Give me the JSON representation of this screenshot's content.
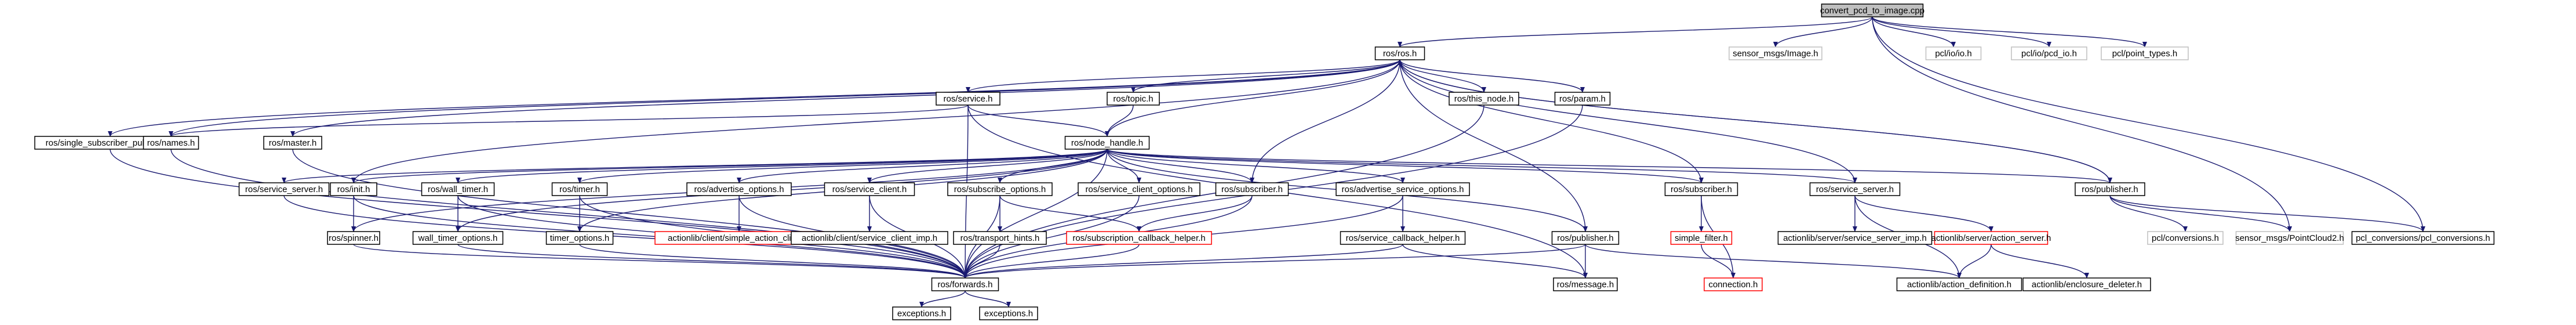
{
  "diagram": {
    "nodes": [
      {
        "id": "root",
        "label": "convert_pcd_to_image.cpp",
        "style": "root"
      },
      {
        "id": "ros_h",
        "label": "ros/ros.h",
        "style": "normal"
      },
      {
        "id": "sensor_image",
        "label": "sensor_msgs/Image.h",
        "style": "gray"
      },
      {
        "id": "pcl_io",
        "label": "pcl/io/io.h",
        "style": "gray"
      },
      {
        "id": "pcl_pcd_io",
        "label": "pcl/io/pcd_io.h",
        "style": "gray"
      },
      {
        "id": "pcl_point_types",
        "label": "pcl/point_types.h",
        "style": "gray"
      },
      {
        "id": "single_sub_pub",
        "label": "ros/single_subscriber_publisher.h",
        "style": "normal"
      },
      {
        "id": "names",
        "label": "ros/names.h",
        "style": "normal"
      },
      {
        "id": "master",
        "label": "ros/master.h",
        "style": "normal"
      },
      {
        "id": "service",
        "label": "ros/service.h",
        "style": "normal"
      },
      {
        "id": "topic",
        "label": "ros/topic.h",
        "style": "normal"
      },
      {
        "id": "this_node",
        "label": "ros/this_node.h",
        "style": "normal"
      },
      {
        "id": "param",
        "label": "ros/param.h",
        "style": "normal"
      },
      {
        "id": "node_handle",
        "label": "ros/node_handle.h",
        "style": "normal"
      },
      {
        "id": "service_server",
        "label": "ros/service_server.h",
        "style": "normal"
      },
      {
        "id": "init",
        "label": "ros/init.h",
        "style": "normal"
      },
      {
        "id": "wall_timer",
        "label": "ros/wall_timer.h",
        "style": "normal"
      },
      {
        "id": "timer",
        "label": "ros/timer.h",
        "style": "normal"
      },
      {
        "id": "advertise_options",
        "label": "ros/advertise_options.h",
        "style": "normal"
      },
      {
        "id": "service_client",
        "label": "ros/service_client.h",
        "style": "normal"
      },
      {
        "id": "subscribe_options",
        "label": "ros/subscribe_options.h",
        "style": "normal"
      },
      {
        "id": "service_client_options",
        "label": "ros/service_client_options.h",
        "style": "normal"
      },
      {
        "id": "subscriber",
        "label": "ros/subscriber.h",
        "style": "normal"
      },
      {
        "id": "advertise_service_options",
        "label": "ros/advertise_service_options.h",
        "style": "normal"
      },
      {
        "id": "publisher_ros",
        "label": "ros/publisher.h",
        "style": "normal"
      },
      {
        "id": "spinner",
        "label": "ros/spinner.h",
        "style": "normal"
      },
      {
        "id": "wall_timer_options",
        "label": "wall_timer_options.h",
        "style": "normal"
      },
      {
        "id": "timer_options",
        "label": "timer_options.h",
        "style": "normal"
      },
      {
        "id": "simple_action_client",
        "label": "actionlib/client/simple_action_client.h",
        "style": "red"
      },
      {
        "id": "service_client_imp",
        "label": "actionlib/client/service_client_imp.h",
        "style": "normal"
      },
      {
        "id": "transport_hints",
        "label": "ros/transport_hints.h",
        "style": "normal"
      },
      {
        "id": "subscription_callback_helper",
        "label": "ros/subscription_callback_helper.h",
        "style": "red"
      },
      {
        "id": "service_callback_helper",
        "label": "ros/service_callback_helper.h",
        "style": "normal"
      },
      {
        "id": "forwards",
        "label": "ros/forwards.h",
        "style": "normal"
      },
      {
        "id": "exceptions_a",
        "label": "exceptions.h",
        "style": "normal"
      },
      {
        "id": "exceptions_b",
        "label": "exceptions.h",
        "style": "normal"
      },
      {
        "id": "message",
        "label": "ros/message.h",
        "style": "normal"
      },
      {
        "id": "subscriber_b",
        "label": "ros/subscriber.h",
        "style": "normal"
      },
      {
        "id": "simple_filter",
        "label": "simple_filter.h",
        "style": "red"
      },
      {
        "id": "connection",
        "label": "connection.h",
        "style": "red"
      },
      {
        "id": "service_server_b",
        "label": "ros/service_server.h",
        "style": "normal"
      },
      {
        "id": "service_server_imp",
        "label": "actionlib/server/service_server_imp.h",
        "style": "normal"
      },
      {
        "id": "action_server",
        "label": "actionlib/server/action_server.h",
        "style": "red"
      },
      {
        "id": "action_definition",
        "label": "actionlib/action_definition.h",
        "style": "normal"
      },
      {
        "id": "enclosure_deleter",
        "label": "actionlib/enclosure_deleter.h",
        "style": "normal"
      },
      {
        "id": "publisher_b",
        "label": "ros/publisher.h",
        "style": "normal"
      },
      {
        "id": "pcl_conversions_h",
        "label": "pcl/conversions.h",
        "style": "gray"
      },
      {
        "id": "pointcloud2",
        "label": "sensor_msgs/PointCloud2.h",
        "style": "gray"
      },
      {
        "id": "pcl_conversions",
        "label": "pcl_conversions/pcl_conversions.h",
        "style": "normal"
      }
    ],
    "edges": [
      [
        "root",
        "ros_h"
      ],
      [
        "root",
        "sensor_image"
      ],
      [
        "root",
        "pcl_io"
      ],
      [
        "root",
        "pcl_pcd_io"
      ],
      [
        "root",
        "pcl_point_types"
      ],
      [
        "root",
        "pointcloud2"
      ],
      [
        "root",
        "pcl_conversions"
      ],
      [
        "ros_h",
        "single_sub_pub"
      ],
      [
        "ros_h",
        "names"
      ],
      [
        "ros_h",
        "master"
      ],
      [
        "ros_h",
        "service"
      ],
      [
        "ros_h",
        "topic"
      ],
      [
        "ros_h",
        "this_node"
      ],
      [
        "ros_h",
        "param"
      ],
      [
        "ros_h",
        "node_handle"
      ],
      [
        "ros_h",
        "subscriber"
      ],
      [
        "ros_h",
        "publisher_ros"
      ],
      [
        "ros_h",
        "subscriber_b"
      ],
      [
        "ros_h",
        "service_server_b"
      ],
      [
        "ros_h",
        "publisher_b"
      ],
      [
        "ros_h",
        "init"
      ],
      [
        "service",
        "names"
      ],
      [
        "service",
        "node_handle"
      ],
      [
        "service",
        "forwards"
      ],
      [
        "service",
        "message"
      ],
      [
        "topic",
        "node_handle"
      ],
      [
        "this_node",
        "forwards"
      ],
      [
        "param",
        "forwards"
      ],
      [
        "master",
        "forwards"
      ],
      [
        "names",
        "forwards"
      ],
      [
        "single_sub_pub",
        "forwards"
      ],
      [
        "node_handle",
        "service_server"
      ],
      [
        "node_handle",
        "init"
      ],
      [
        "node_handle",
        "wall_timer"
      ],
      [
        "node_handle",
        "timer"
      ],
      [
        "node_handle",
        "advertise_options"
      ],
      [
        "node_handle",
        "service_client"
      ],
      [
        "node_handle",
        "subscribe_options"
      ],
      [
        "node_handle",
        "service_client_options"
      ],
      [
        "node_handle",
        "subscriber"
      ],
      [
        "node_handle",
        "advertise_service_options"
      ],
      [
        "node_handle",
        "publisher_ros"
      ],
      [
        "node_handle",
        "spinner"
      ],
      [
        "node_handle",
        "wall_timer_options"
      ],
      [
        "node_handle",
        "timer_options"
      ],
      [
        "node_handle",
        "forwards"
      ],
      [
        "node_handle",
        "publisher_b"
      ],
      [
        "node_handle",
        "subscriber_b"
      ],
      [
        "node_handle",
        "service_server_b"
      ],
      [
        "service_server",
        "forwards"
      ],
      [
        "init",
        "spinner"
      ],
      [
        "init",
        "forwards"
      ],
      [
        "spinner",
        "forwards"
      ],
      [
        "wall_timer",
        "wall_timer_options"
      ],
      [
        "wall_timer",
        "forwards"
      ],
      [
        "wall_timer_options",
        "forwards"
      ],
      [
        "timer",
        "timer_options"
      ],
      [
        "timer",
        "forwards"
      ],
      [
        "timer_options",
        "forwards"
      ],
      [
        "advertise_options",
        "forwards"
      ],
      [
        "advertise_options",
        "simple_action_client"
      ],
      [
        "service_client",
        "service_client_imp"
      ],
      [
        "service_client",
        "forwards"
      ],
      [
        "subscribe_options",
        "transport_hints"
      ],
      [
        "subscribe_options",
        "subscription_callback_helper"
      ],
      [
        "subscribe_options",
        "forwards"
      ],
      [
        "transport_hints",
        "forwards"
      ],
      [
        "service_client_options",
        "forwards"
      ],
      [
        "subscriber",
        "subscription_callback_helper"
      ],
      [
        "subscriber",
        "forwards"
      ],
      [
        "subscription_callback_helper",
        "forwards"
      ],
      [
        "advertise_service_options",
        "service_callback_helper"
      ],
      [
        "advertise_service_options",
        "forwards"
      ],
      [
        "service_callback_helper",
        "forwards"
      ],
      [
        "service_callback_helper",
        "message"
      ],
      [
        "publisher_ros",
        "forwards"
      ],
      [
        "publisher_ros",
        "message"
      ],
      [
        "publisher_ros",
        "action_definition"
      ],
      [
        "forwards",
        "exceptions_a"
      ],
      [
        "forwards",
        "exceptions_b"
      ],
      [
        "subscriber_b",
        "simple_filter"
      ],
      [
        "subscriber_b",
        "connection"
      ],
      [
        "simple_filter",
        "connection"
      ],
      [
        "service_server_b",
        "service_server_imp"
      ],
      [
        "service_server_b",
        "action_server"
      ],
      [
        "service_server_b",
        "action_definition"
      ],
      [
        "action_server",
        "action_definition"
      ],
      [
        "action_server",
        "enclosure_deleter"
      ],
      [
        "publisher_b",
        "pcl_conversions_h"
      ],
      [
        "publisher_b",
        "pointcloud2"
      ],
      [
        "publisher_b",
        "pcl_conversions"
      ],
      [
        "publisher_b",
        "ros_h"
      ]
    ]
  }
}
